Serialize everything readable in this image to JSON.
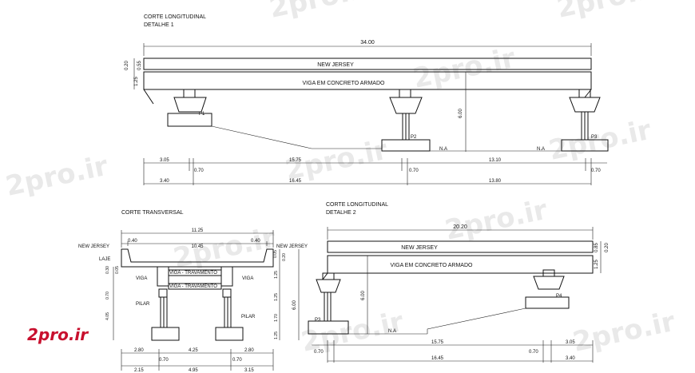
{
  "watermark": "2pro.ir",
  "logo": "2pro.ir",
  "detail1": {
    "title": "CORTE LONGITUDINAL",
    "subtitle": "DETALHE 1",
    "span_total": "34.00",
    "nj_label": "NEW JERSEY",
    "viga_label": "VIGA EM CONCRETO ARMADO",
    "dim_left_top": "0.20",
    "dim_left_mid": "0.55",
    "dim_left_bot": "1.25",
    "height": "6.00",
    "piers": [
      "P1",
      "P2",
      "P3"
    ],
    "na": [
      "N.A",
      "N.A"
    ],
    "row1": [
      "3.05",
      "0.70",
      "15.75",
      "0.70",
      "13.10",
      "0.70"
    ],
    "row2": [
      "3.40",
      "16.45",
      "13.80"
    ]
  },
  "transversal": {
    "title": "CORTE TRANSVERSAL",
    "width_total": "11.25",
    "left_margin": "0.40",
    "deck_width": "10.45",
    "right_margin": "0.40",
    "nj_left": "NEW JERSEY",
    "nj_right": "NEW JERSEY",
    "laje": "LAJE",
    "viga_left": "VIGA",
    "viga_right": "VIGA",
    "travamento_1": "VIGA - TRAVAMENTO",
    "travamento_2": "VIGA - TRAVAMENTO",
    "pilar_left": "PILAR",
    "pilar_right": "PILAR",
    "left_dims": [
      "0.30",
      "0.05",
      "0.70",
      "4.05"
    ],
    "right_dims": [
      "0.05",
      "0.20",
      "1.25",
      "1.25",
      "1.70",
      "1.25"
    ],
    "height": "6.00",
    "bottom_row1": [
      "2.80",
      "4.25",
      "2.80"
    ],
    "bottom_row2": [
      "0.70",
      "0.70"
    ],
    "bottom_row3": [
      "2.15",
      "4.95",
      "3.15"
    ]
  },
  "detail2": {
    "title": "CORTE LONGITUDINAL",
    "subtitle": "DETALHE 2",
    "span_total": "20.20",
    "nj_label": "NEW JERSEY",
    "viga_label": "VIGA EM CONCRETO ARMADO",
    "dim_right_top": "0.20",
    "dim_right_mid": "0.85",
    "dim_right_bot": "1.25",
    "height": "6.00",
    "piers": [
      "P3",
      "P4"
    ],
    "na": "N.A",
    "row1": [
      "0.70",
      "15.75",
      "0.70",
      "3.05"
    ],
    "row2": [
      "16.45",
      "3.40"
    ]
  }
}
